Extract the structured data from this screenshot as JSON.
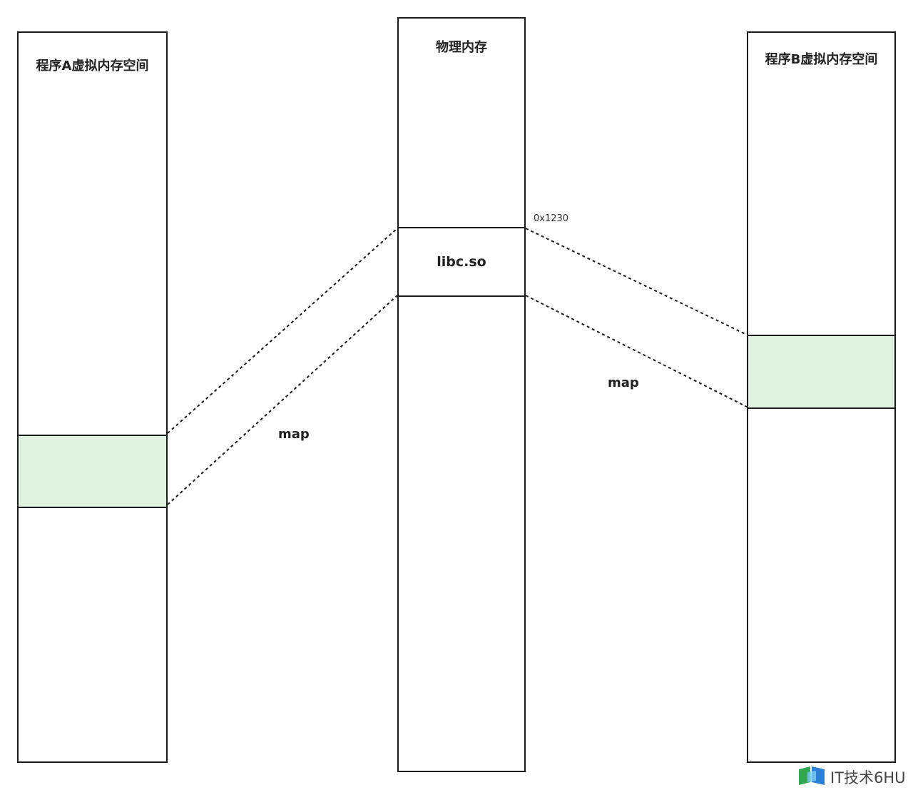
{
  "diagram": {
    "process_a": {
      "title": "程序A虚拟内存空间"
    },
    "physical_memory": {
      "title": "物理内存",
      "region_label": "libc.so",
      "region_address": "0x1230"
    },
    "process_b": {
      "title": "程序B虚拟内存空间"
    },
    "links": [
      {
        "from": "process_a_mapped_region",
        "to": "libc.so",
        "label": "map"
      },
      {
        "from": "libc.so",
        "to": "process_b_mapped_region",
        "label": "map"
      }
    ],
    "colors": {
      "mapped_region": "#e0f2e0",
      "border": "#1a1a1a"
    }
  },
  "watermark": {
    "text": "IT技术6HU",
    "icon": "book-logo-icon"
  }
}
